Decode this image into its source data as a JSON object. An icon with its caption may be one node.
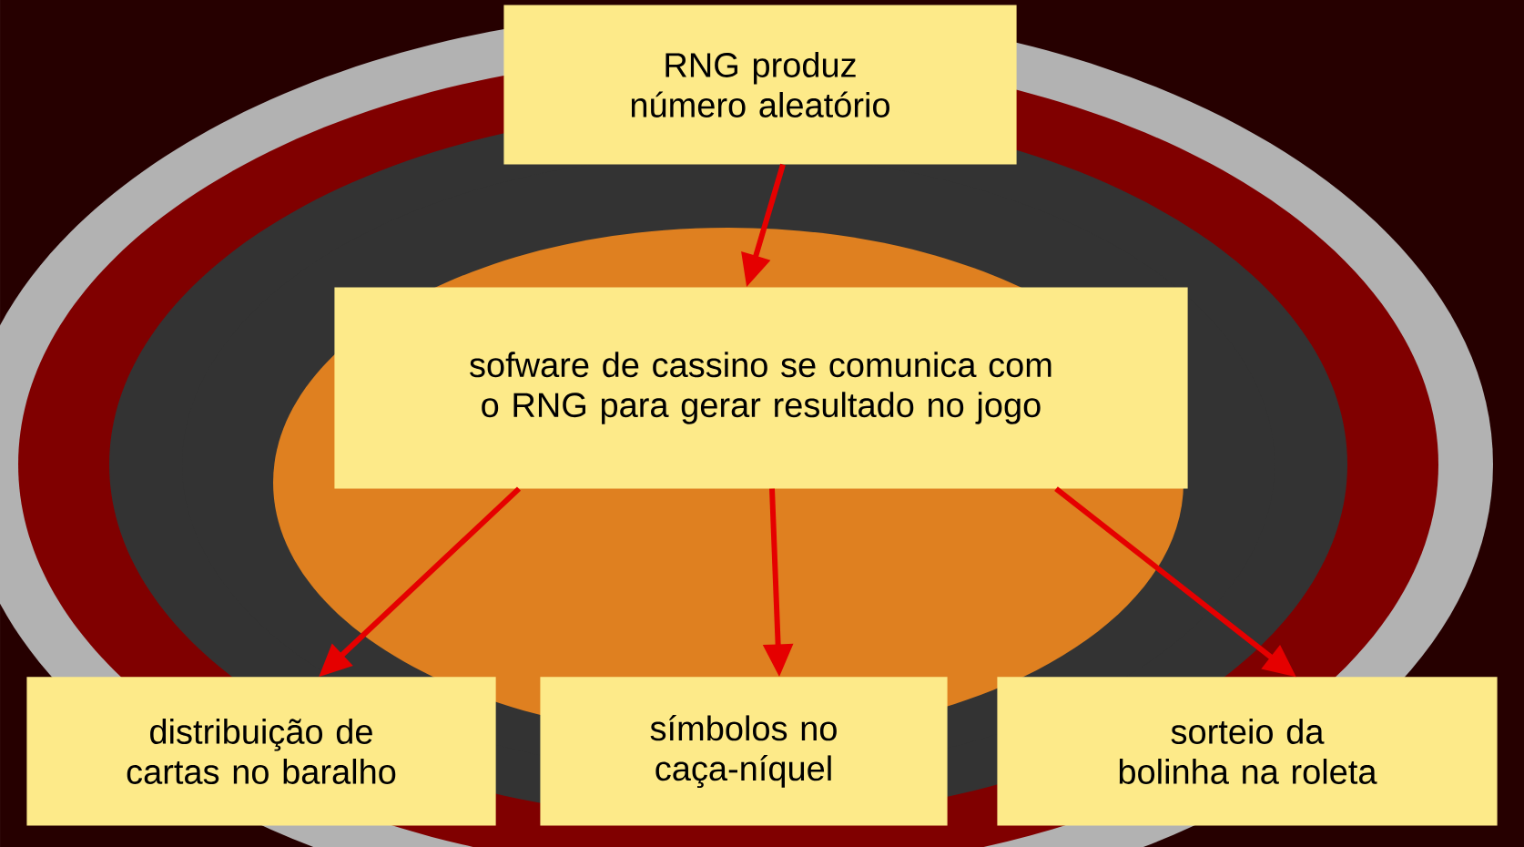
{
  "diagram": {
    "nodes": [
      {
        "text": [
          "RNG produz número aleatório"
        ]
      },
      {
        "text": [
          "sofware de cassino se comunica com o RNG para gerar resultado no jogo"
        ]
      },
      {
        "text": [
          "distribuição de cartas no baralho"
        ]
      },
      {
        "text": [
          "símbolos no caça-níquel"
        ]
      },
      {
        "text": [
          "sorteio da bolinha na roleta"
        ]
      }
    ],
    "edges": [
      {
        "from": 0,
        "to": 1,
        "arrow": "to"
      },
      {
        "from": 1,
        "to": 2,
        "arrow": "to"
      },
      {
        "from": 1,
        "to": 3,
        "arrow": "to"
      },
      {
        "from": 1,
        "to": 4,
        "arrow": "to"
      }
    ]
  }
}
